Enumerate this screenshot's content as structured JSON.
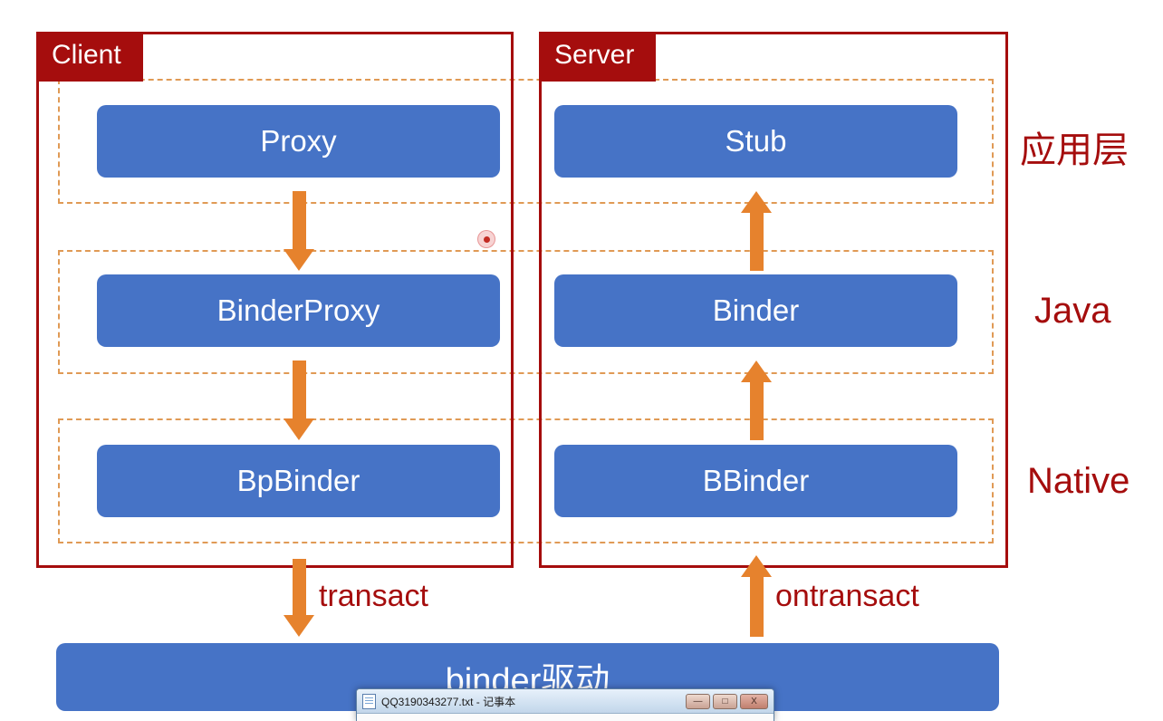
{
  "diagram": {
    "client": {
      "label": "Client",
      "boxes": [
        {
          "label": "Proxy"
        },
        {
          "label": "BinderProxy"
        },
        {
          "label": "BpBinder"
        }
      ]
    },
    "server": {
      "label": "Server",
      "boxes": [
        {
          "label": "Stub"
        },
        {
          "label": "Binder"
        },
        {
          "label": "BBinder"
        }
      ]
    },
    "layers": [
      {
        "label": "应用层"
      },
      {
        "label": "Java"
      },
      {
        "label": "Native"
      }
    ],
    "flow_labels": {
      "client_down": "transact",
      "server_up": "ontransact"
    },
    "driver_bar": {
      "label": "binder驱动"
    },
    "colors": {
      "frame_red": "#a50d0d",
      "box_blue": "#4673c6",
      "arrow_orange": "#e6822d",
      "dashed_orange": "#e09a55"
    }
  },
  "notepad_window": {
    "title": "QQ3190343277.txt - 记事本",
    "app_icon": "notepad-icon",
    "controls": {
      "minimize": "—",
      "maximize": "□",
      "close": "X"
    }
  }
}
